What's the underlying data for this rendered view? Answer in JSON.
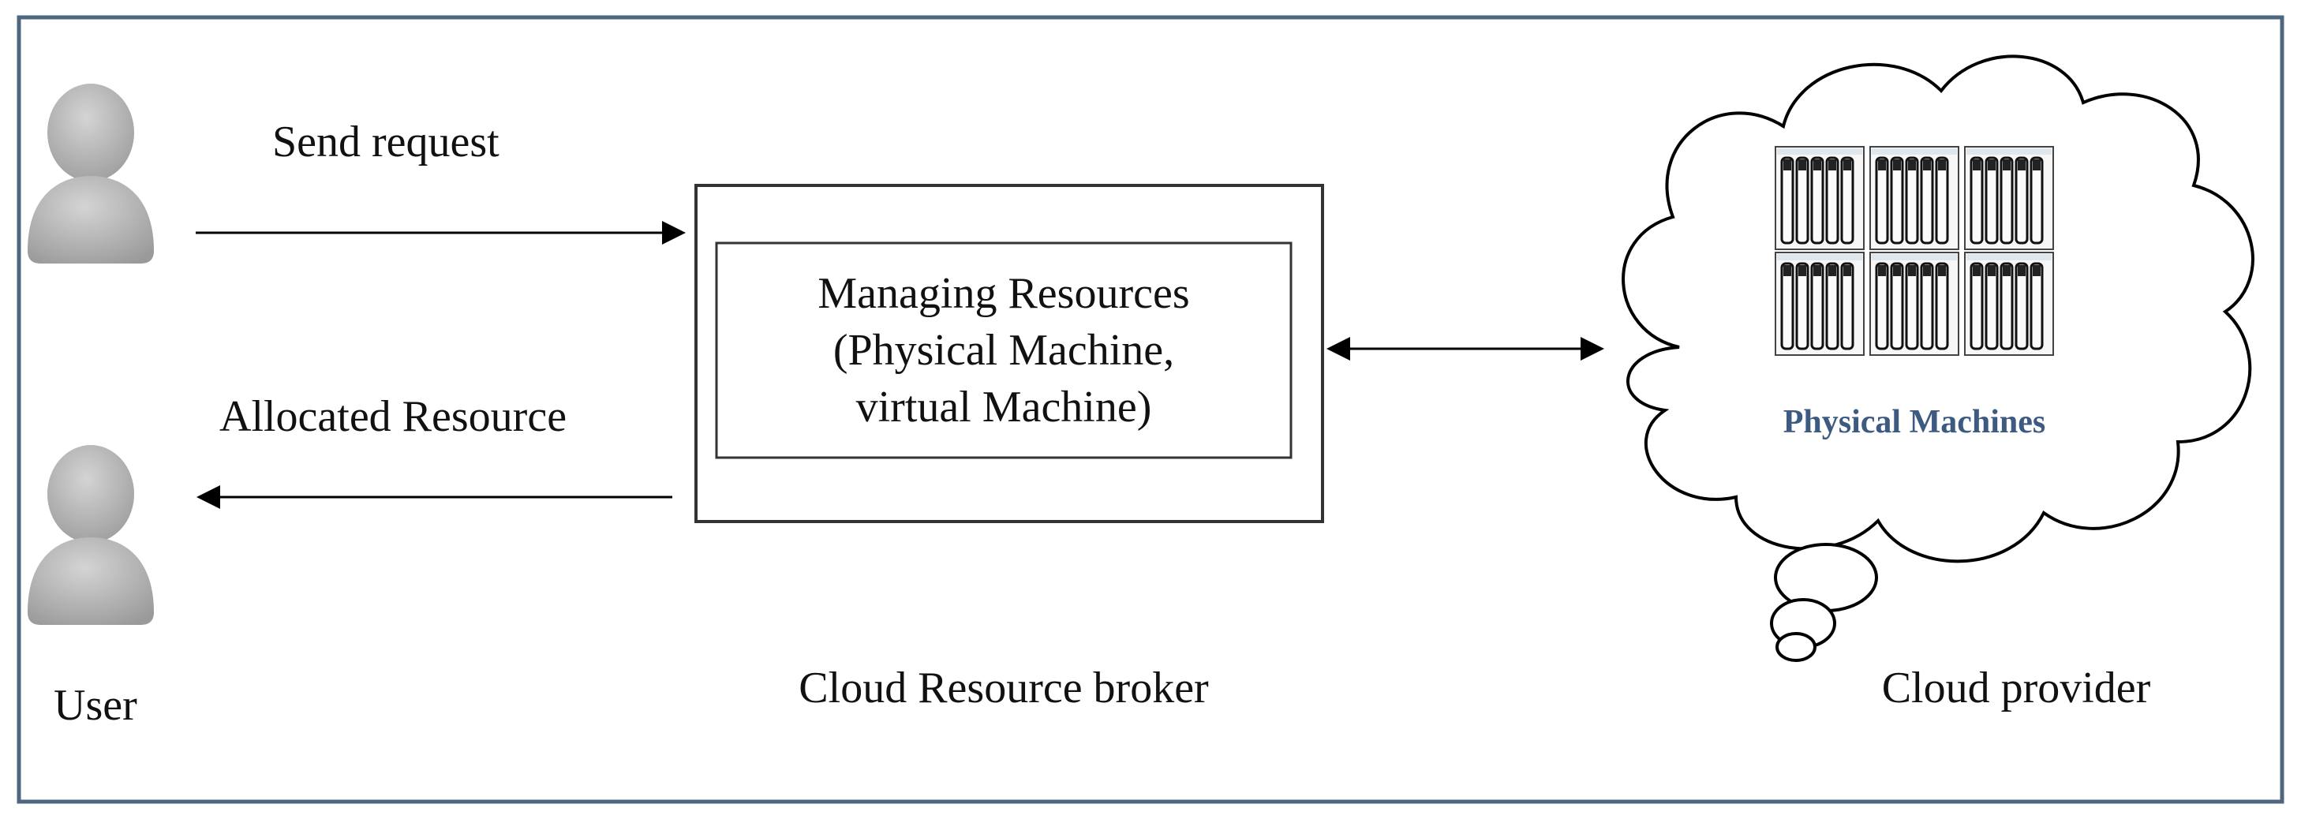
{
  "diagram": {
    "labels": {
      "send_request": "Send request",
      "allocated_resource": "Allocated Resource",
      "user": "User",
      "broker_caption": "Cloud Resource broker",
      "provider_caption": "Cloud provider",
      "managing_line1": "Managing Resources",
      "managing_line2": "(Physical Machine,",
      "managing_line3": "virtual Machine)",
      "physical_machines": "Physical Machines"
    },
    "colors": {
      "frame": "#4f6680",
      "user_icon": "#b0b0b0",
      "physical_machines_text": "#3d5a80"
    },
    "icons": [
      "user-icon",
      "user-icon",
      "server-rack-icon"
    ]
  }
}
